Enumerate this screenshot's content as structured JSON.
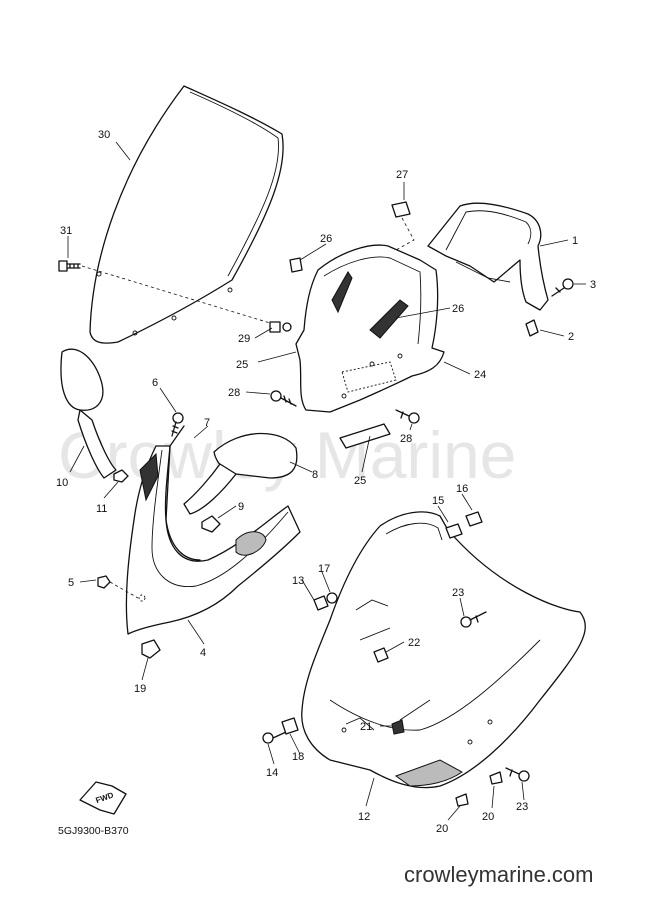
{
  "diagram": {
    "code": "5GJ9300-B370",
    "fwd": "FWD",
    "footer": "crowleymarine.com",
    "callouts": [
      "30",
      "31",
      "27",
      "26",
      "1",
      "3",
      "2",
      "29",
      "26",
      "25",
      "24",
      "6",
      "7",
      "28",
      "28",
      "25",
      "10",
      "11",
      "8",
      "9",
      "5",
      "4",
      "19",
      "15",
      "16",
      "13",
      "17",
      "23",
      "22",
      "21",
      "14",
      "18",
      "12",
      "20",
      "20",
      "23"
    ]
  }
}
